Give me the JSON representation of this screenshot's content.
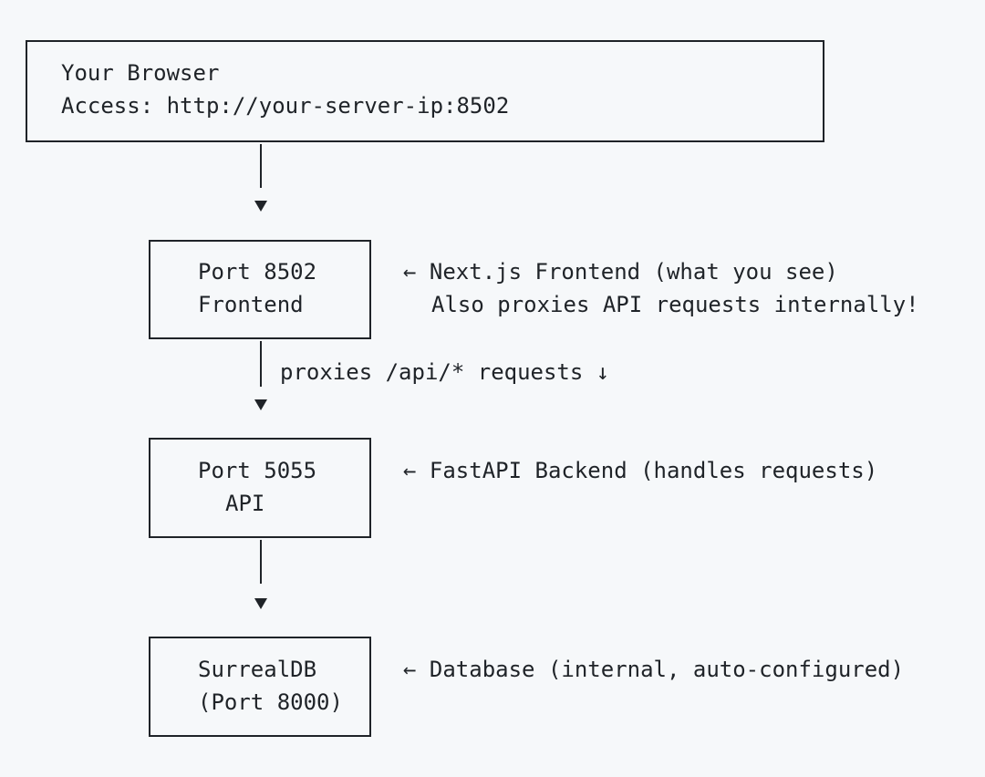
{
  "browser": {
    "title": "Your Browser",
    "access": "Access: http://your-server-ip:8502"
  },
  "frontend": {
    "port": "Port 8502",
    "name": "Frontend",
    "note_line1": "← Next.js Frontend (what you see)",
    "note_line2": "Also proxies API requests internally!"
  },
  "proxy_label": "proxies /api/* requests ↓",
  "api": {
    "port": "Port 5055",
    "name": "API",
    "note": "← FastAPI Backend (handles requests)"
  },
  "db": {
    "name": "SurrealDB",
    "port": "(Port 8000)",
    "note": "← Database (internal, auto-configured)"
  }
}
